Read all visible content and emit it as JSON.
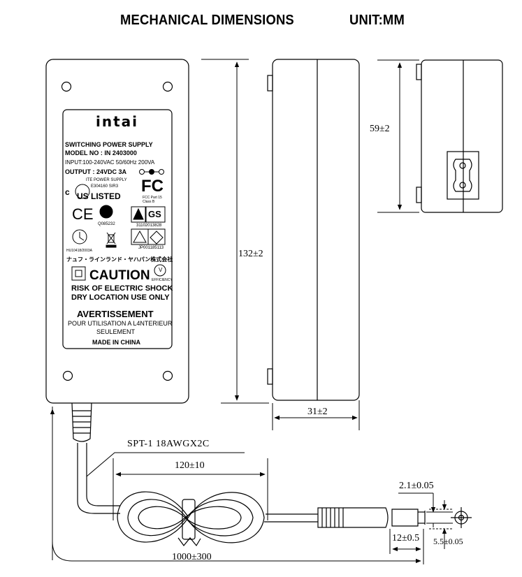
{
  "header": {
    "title": "MECHANICAL DIMENSIONS",
    "unit": "UNIT:MM"
  },
  "label": {
    "brand": "intai",
    "line1": "SWITCHING POWER SUPPLY",
    "line2": "MODEL NO : IN 2403000",
    "line3": "INPUT:100-240VAC 50/60Hz 200VA",
    "line4": "OUTPUT : 24VDC 3A",
    "ite": "ITE POWER SUPPLY",
    "ite_code": "E304160 SIR3",
    "ul_listed": "US LISTED",
    "ul_c": "c",
    "fcc": "FC",
    "fcc_sub": "FCC Part 15 Class B",
    "ce": "CE",
    "ccc_code": "Q085232",
    "saa_code": "31102013828",
    "gs": "GS",
    "jp_code": "JP001185113",
    "kc_code": "HU10418/2003A",
    "japan_text": "ナュフ・ラインランド・ヤハパン株式会社",
    "caution": "CAUTION",
    "efficiency": "EFFICIENCY",
    "efficiency_mark": "V",
    "risk1": "RISK OF ELECTRIC SHOCK",
    "risk2": "DRY LOCATION USE ONLY",
    "avert": "AVERTISSEMENT",
    "pour": "POUR UTILISATION A L4NTERIEUR",
    "seul": "SEULEMENT",
    "made": "MADE IN CHINA"
  },
  "dims": {
    "length": "132±2",
    "thickness": "31±2",
    "width": "59±2",
    "cable_type": "SPT-1 18AWGX2C",
    "coil": "120±10",
    "cable_length": "1000±300",
    "plug_length": "12±0.5",
    "inner_dia": "2.1±0.05",
    "outer_dia": "5.5±0.05"
  }
}
